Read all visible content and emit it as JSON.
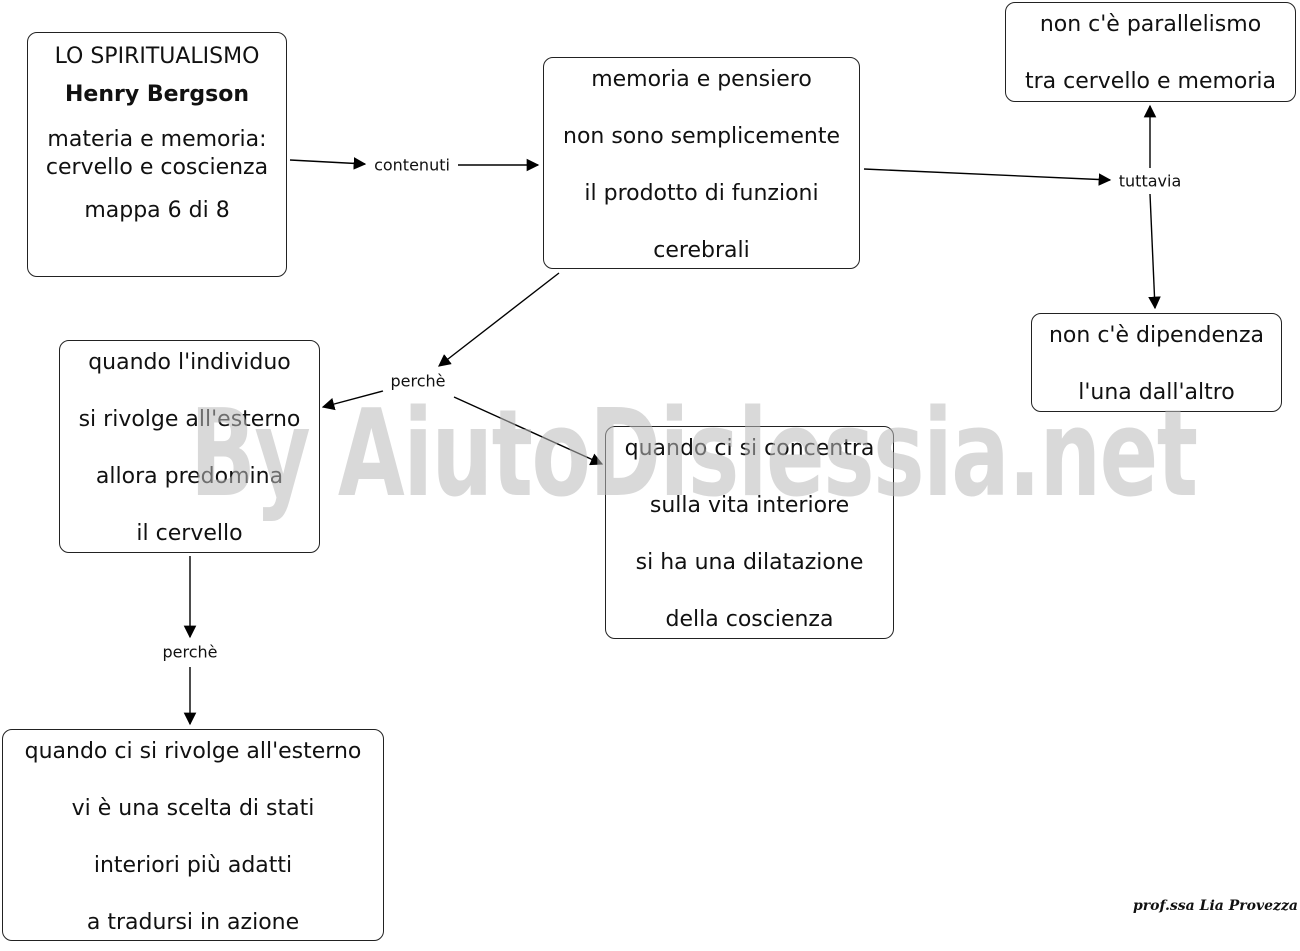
{
  "nodes": {
    "title": {
      "line1": "LO SPIRITUALISMO",
      "author": "Henry Bergson",
      "line3": "materia e memoria:",
      "line4": "cervello e coscienza",
      "line5": "mappa 6 di 8"
    },
    "memoria": [
      "memoria e pensiero",
      "non sono semplicemente",
      "il prodotto di funzioni",
      "cerebrali"
    ],
    "parallelismo": [
      "non c'è parallelismo",
      "tra cervello e memoria"
    ],
    "dipendenza": [
      "non c'è dipendenza",
      "l'una dall'altro"
    ],
    "individuo": [
      "quando l'individuo",
      "si rivolge all'esterno",
      "allora predomina",
      "il cervello"
    ],
    "interiore": [
      "quando ci si concentra",
      "sulla vita interiore",
      "si ha una dilatazione",
      "della coscienza"
    ],
    "esterno": [
      "quando ci si rivolge all'esterno",
      "vi è una scelta di stati",
      "interiori più adatti",
      "a tradursi in azione"
    ]
  },
  "links": {
    "contenuti": "contenuti",
    "tuttavia": "tuttavia",
    "perche1": "perchè",
    "perche2": "perchè"
  },
  "watermark": "By AiutoDislessia.net",
  "signature": "prof.ssa Lia Provezza"
}
